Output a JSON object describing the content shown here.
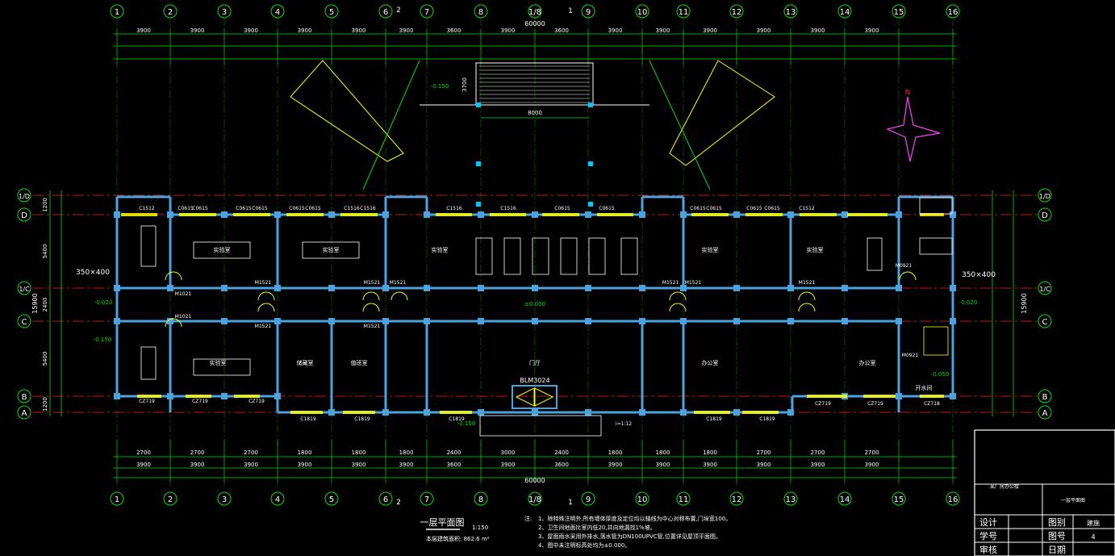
{
  "drawing": {
    "plan_title": "一层平面图",
    "scale": "1:150",
    "area_note": "本层建筑面积: 862.6 m²",
    "colors": {
      "background": "#000000",
      "axis": "#00e000",
      "wall": "#4aa3df",
      "red": "#ff2020",
      "yellow": "#ffff00",
      "white": "#ffffff",
      "magenta": "#ff40ff",
      "cyan": "#00c8ff"
    }
  },
  "axes": {
    "vertical": [
      "1",
      "2",
      "3",
      "4",
      "5",
      "6",
      "7",
      "8",
      "1/8",
      "9",
      "10",
      "11",
      "12",
      "13",
      "14",
      "15",
      "16"
    ],
    "horizontal": [
      "1/D",
      "D",
      "1/C",
      "C",
      "B",
      "A"
    ]
  },
  "dimensions": {
    "top_total": "60000",
    "bottom_total": "60000",
    "top_spans": [
      "3900",
      "3900",
      "3900",
      "3900",
      "3900",
      "3900",
      "3600",
      "3900",
      "3600",
      "3900",
      "3900",
      "3900",
      "3900",
      "3900",
      "3900"
    ],
    "bottom_spans": [
      "3900",
      "3900",
      "3900",
      "3900",
      "3900",
      "3900",
      "3600",
      "3900",
      "3600",
      "3900",
      "3900",
      "3900",
      "3900",
      "3900",
      "3900"
    ],
    "bottom_details": [
      "2700",
      "2700",
      "2700",
      "1800",
      "1800",
      "1800",
      "2400",
      "3000",
      "2400",
      "1800",
      "1800",
      "1800",
      "2700",
      "2700",
      "2700"
    ],
    "left_side": [
      "1200",
      "5400",
      "2400",
      "5400",
      "1200"
    ],
    "left_total": "15900",
    "right_total": "15900"
  },
  "rooms": {
    "upper": [
      "实验室",
      "实验室",
      "实验室",
      "实验室",
      "实验室"
    ],
    "lower": [
      "实验室",
      "储藏室",
      "值班室",
      "门厅",
      "办公室",
      "办公室",
      "开水间"
    ]
  },
  "labels": {
    "doors": [
      "M1521",
      "M1521",
      "M1521",
      "M1521",
      "M1521",
      "M1521",
      "M1021",
      "M1021",
      "M0921",
      "M0921",
      "M1521",
      "M1521"
    ],
    "windows_top": [
      "C1512",
      "C0615",
      "C0615",
      "C0615",
      "C0615",
      "C0615",
      "C0615",
      "C1516",
      "C1516",
      "C1516",
      "C1516",
      "C0615",
      "C0615",
      "C0615",
      "C0615",
      "C0615",
      "C0615",
      "C1512"
    ],
    "windows_bottom": [
      "CZ719",
      "CZ719",
      "CZ719",
      "C1819",
      "C1819",
      "C1819",
      "C1819",
      "C1819",
      "CZ719",
      "CZ719",
      "CZ718"
    ],
    "main_door": "BLM3024",
    "ramp": "i=1:12",
    "column_size": "350×400",
    "column_size_right": "350×400",
    "elev_main": "±0.000",
    "elev_a": "-0.020",
    "elev_b": "-0.150",
    "elev_c": "-0.150",
    "elev_d": "-0.020",
    "elev_e": "-0.050",
    "elev_f": "-0.150",
    "section_mark_top": "2",
    "section_mark_top_b": "1",
    "section_mark_bottom": "2",
    "section_mark_bottom_b": "1",
    "stair_dims": "3700",
    "stair_total": "8000"
  },
  "notes": {
    "heading": "注:",
    "items": [
      "1、除特殊注明外,所有墙体厚度及定位均以轴线为中心对称布置,门垛宽100。",
      "2、卫生间地面比室内低20,并向地漏找1%坡。",
      "3、屋面雨水采用外排水,落水管为DN100UPVC管,位置详见屋顶平面图。",
      "4、图中未注明标高处均为±0.000。"
    ]
  },
  "title_block": {
    "project": "某厂房办公楼",
    "sheet_name": "一层平面图",
    "rows": [
      {
        "label": "设计",
        "key2": "图别",
        "val2": "建施"
      },
      {
        "label": "学号",
        "key2": "图号",
        "val2": "4"
      },
      {
        "label": "审核",
        "key2": "日期",
        "val2": ""
      }
    ]
  }
}
